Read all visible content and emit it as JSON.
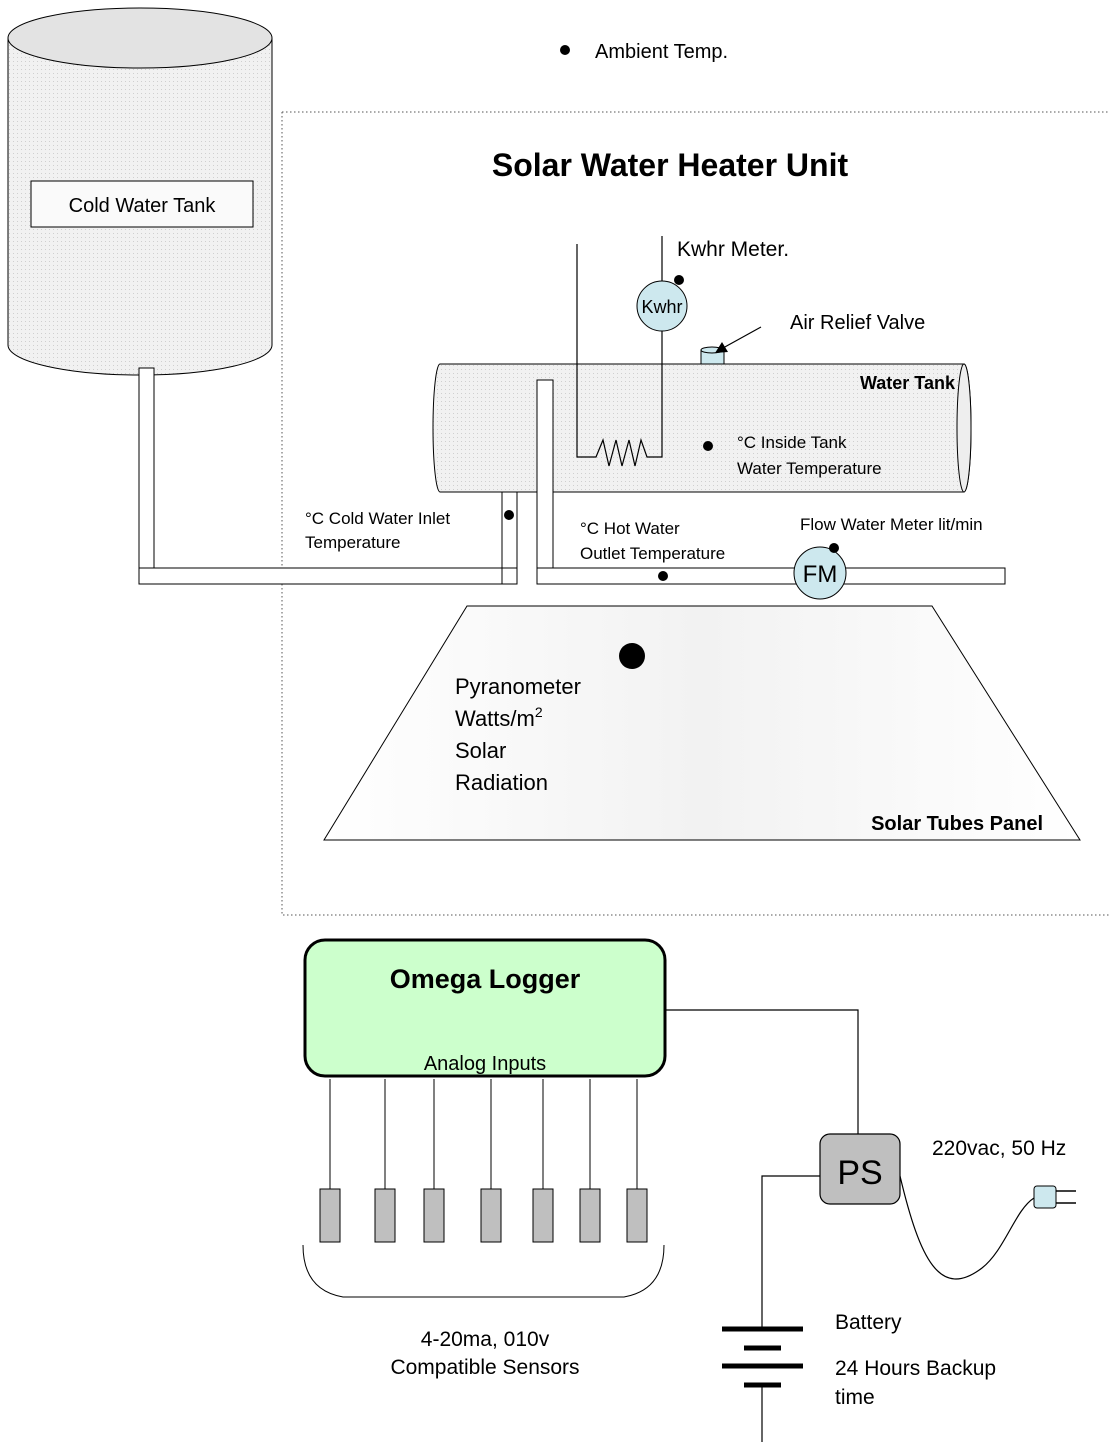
{
  "ambient": {
    "label": "Ambient Temp."
  },
  "unit": {
    "title": "Solar Water Heater Unit"
  },
  "cold_tank": {
    "label": "Cold Water Tank"
  },
  "kwhr": {
    "meter_label": "Kwhr Meter.",
    "badge": "Kwhr"
  },
  "air_valve": {
    "label": "Air Relief Valve"
  },
  "water_tank": {
    "label": "Water Tank",
    "temp_line1": "°C  Inside Tank",
    "temp_line2": "Water Temperature"
  },
  "cold_inlet": {
    "line1": "°C  Cold Water Inlet",
    "line2": "Temperature"
  },
  "hot_outlet": {
    "line1": "°C  Hot Water",
    "line2": "Outlet Temperature"
  },
  "flow_meter": {
    "label": "Flow Water Meter lit/min",
    "badge": "FM"
  },
  "pyranometer": {
    "line1": "Pyranometer",
    "line2": "Watts/m",
    "line2_sup": "2",
    "line3": "Solar",
    "line4": "Radiation"
  },
  "solar_panel": {
    "label": "Solar Tubes Panel"
  },
  "logger": {
    "title": "Omega Logger",
    "inputs_label": "Analog Inputs"
  },
  "sensors": {
    "line1": "4-20ma, 010v",
    "line2": "Compatible Sensors",
    "count": 7
  },
  "power_supply": {
    "badge": "PS",
    "mains_label": "220vac, 50 Hz"
  },
  "battery": {
    "label": "Battery",
    "backup_line1": "24 Hours Backup",
    "backup_line2": "time"
  },
  "colors": {
    "tank_fill": "#ececec",
    "meter_fill": "#cde8ee",
    "logger_fill": "#ccffcc",
    "ps_fill": "#bfbfbf",
    "sensor_fill": "#bfbfbf",
    "stroke": "#000000"
  }
}
